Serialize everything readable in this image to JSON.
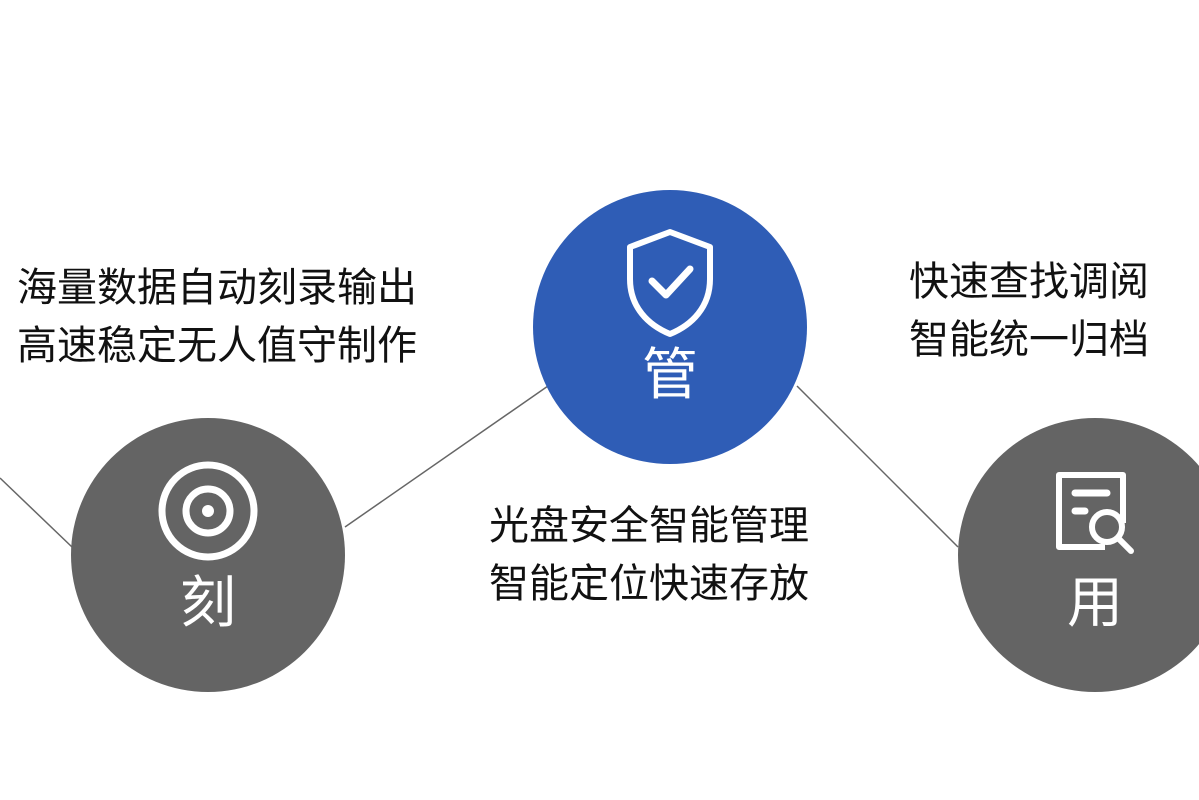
{
  "nodes": [
    {
      "label": "刻",
      "icon": "disc-icon",
      "color": "#646464",
      "desc": [
        "海量数据自动刻录输出",
        "高速稳定无人值守制作"
      ]
    },
    {
      "label": "管",
      "icon": "shield-check-icon",
      "color": "#2f5db6",
      "desc": [
        "光盘安全智能管理",
        "智能定位快速存放"
      ]
    },
    {
      "label": "用",
      "icon": "document-search-icon",
      "color": "#646464",
      "desc": [
        "快速查找调阅",
        "智能统一归档"
      ]
    }
  ]
}
